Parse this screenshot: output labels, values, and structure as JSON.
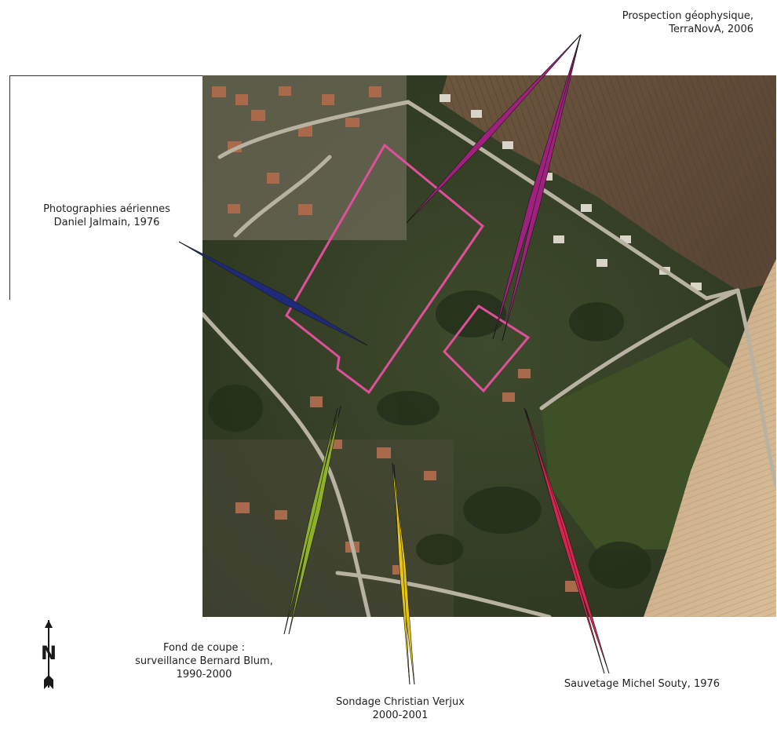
{
  "annotations": [
    {
      "id": "geo",
      "lines": [
        "Prospection géophysique,",
        "TerraNovA, 2006"
      ],
      "color": "#a0207e"
    },
    {
      "id": "aerial",
      "lines": [
        "Photographies aériennes",
        "Daniel Jalmain, 1976"
      ],
      "color": "#1f2a7a"
    },
    {
      "id": "coupe",
      "lines": [
        "Fond de coupe :",
        "surveillance Bernard Blum,",
        "1990-2000"
      ],
      "color": "#8fb12a"
    },
    {
      "id": "sondage",
      "lines": [
        "Sondage Christian Verjux",
        "2000-2001"
      ],
      "color": "#e6c414"
    },
    {
      "id": "sauvetage",
      "lines": [
        "Sauvetage Michel Souty, 1976"
      ],
      "color": "#d8244f"
    }
  ],
  "outline_color": "#e0509a",
  "north_arrow": {
    "letter": "N",
    "icon": "north-arrow-icon"
  }
}
